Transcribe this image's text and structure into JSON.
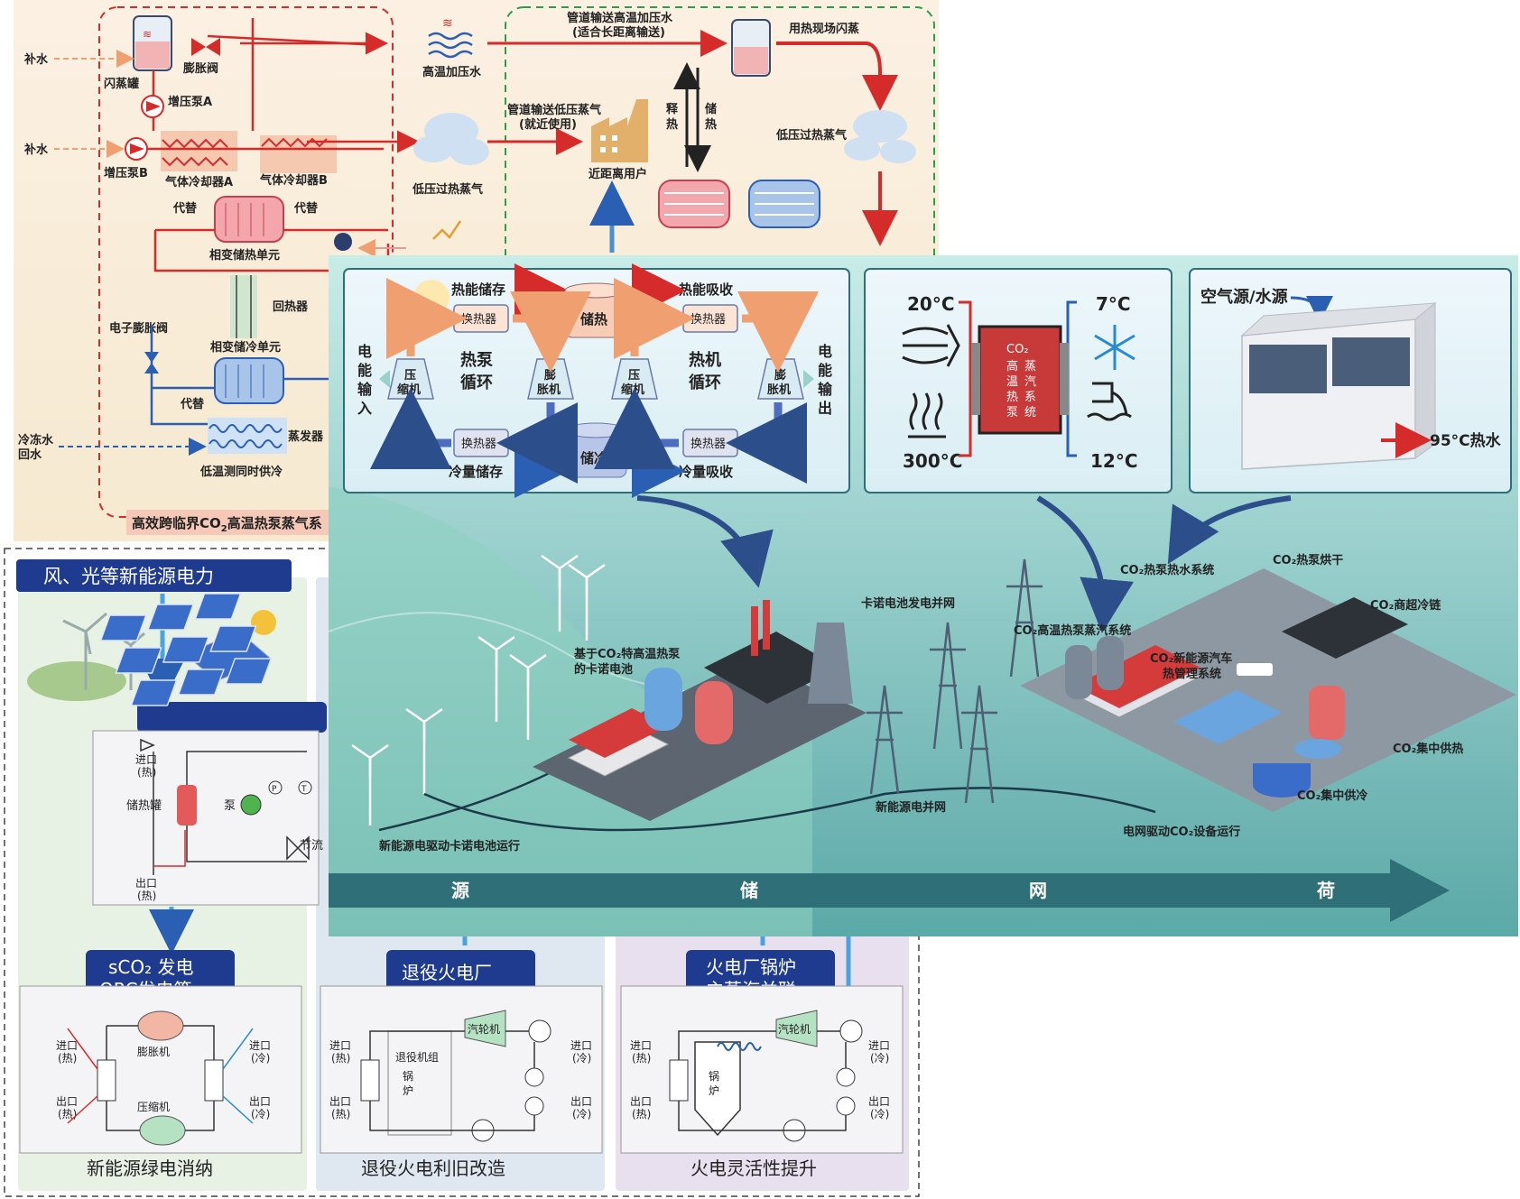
{
  "top_left": {
    "makeup_water": "补水",
    "flash_tank": "闪蒸罐",
    "expansion_valve": "膨胀阀",
    "booster_a": "增压泵A",
    "booster_b": "增压泵B",
    "gas_cooler_a": "气体冷却器A",
    "gas_cooler_b": "气体冷却器B",
    "replace": "代替",
    "pcm_heat": "相变储热单元",
    "recuperator": "回热器",
    "eev": "电子膨胀阀",
    "pcm_cold": "相变储冷单元",
    "evaporator": "蒸发器",
    "chilled_return_1": "冷冻水",
    "chilled_return_2": "回水",
    "low_temp_side": "低温测同时供冷",
    "hp_hot_water": "高温加压水",
    "lp_steam": "低压过热蒸气",
    "pipe_hp_1": "管道输送高温加压水",
    "pipe_hp_2": "(适合长距离输送)",
    "pipe_lp_1": "管道输送低压蒸气",
    "pipe_lp_2": "(就近使用)",
    "near_user": "近距离用户",
    "release_heat": "释热",
    "store_heat": "储热",
    "onsite_flash": "用热现场闪蒸",
    "lp_steam_right": "低压过热蒸气",
    "caption_prefix": "高效跨临界CO",
    "caption_sub": "2",
    "caption_suffix": "高温热泵蒸气系"
  },
  "bottom_left": {
    "banner": "风、光等新能源电力",
    "inlet_hot": "进口",
    "hot": "(热)",
    "outlet_hot": "出口",
    "cold": "(冷)",
    "tank": "储热罐",
    "pump": "泵",
    "throttle": "节流",
    "p": "P",
    "t": "T",
    "box1_l1": "sCO₂ 发电",
    "box1_l2": "ORC发电等",
    "expander": "膨胀机",
    "compressor": "压缩机",
    "caption1": "新能源绿电消纳",
    "box2": "退役火电厂",
    "turbine": "汽轮机",
    "retired_unit": "退役机组",
    "boiler_1": "锅",
    "boiler_2": "炉",
    "caption2": "退役火电利旧改造",
    "box3_l1": "火电厂锅炉",
    "box3_l2": "主蒸汽并联",
    "caption3": "火电灵活性提升"
  },
  "carnot_panel": {
    "heat_storage": "热能储存",
    "heat_absorb": "热能吸收",
    "cold_storage": "冷量储存",
    "cold_absorb": "冷量吸收",
    "hx": "换热器",
    "store_heat": "储热",
    "store_cold": "储冷",
    "hp_cycle_1": "热泵",
    "hp_cycle_2": "循环",
    "he_cycle_1": "热机",
    "he_cycle_2": "循环",
    "comp_1": "压",
    "comp_2": "缩机",
    "exp_1": "膨",
    "exp_2": "胀机",
    "power_in": [
      "电",
      "能",
      "输",
      "入"
    ],
    "power_out": [
      "电",
      "能",
      "输",
      "出"
    ]
  },
  "steam_panel": {
    "t_in": "20°C",
    "t_out": "300°C",
    "t_cold_in": "7°C",
    "t_cold_out": "12°C",
    "device": [
      "CO₂",
      "高",
      "温",
      "热",
      "泵"
    ],
    "device2": [
      "蒸",
      "汽",
      "系",
      "统"
    ]
  },
  "water_panel": {
    "source": "空气源/水源",
    "output": "95°C热水"
  },
  "scene": {
    "carnot_label_1": "基于CO₂特高温热泵",
    "carnot_label_2": "的卡诺电池",
    "carnot_grid": "卡诺电池发电并网",
    "renewable_grid": "新能源电并网",
    "renewable_drive": "新能源电驱动卡诺电池运行",
    "grid_drive": "电网驱动CO₂设备运行",
    "hot_water": "CO₂热泵热水系统",
    "drying": "CO₂热泵烘干",
    "cold_chain": "CO₂商超冷链",
    "steam_system": "CO₂高温热泵蒸汽系统",
    "ev_1": "CO₂新能源汽车",
    "ev_2": "热管理系统",
    "district_heat": "CO₂集中供热",
    "district_cold": "CO₂集中供冷",
    "stages": [
      "源",
      "储",
      "网",
      "荷"
    ]
  },
  "colors": {
    "red": "#d62b2b",
    "blue": "#2a5fb4",
    "navy": "#1f3b8f",
    "teal": "#2e6f78"
  }
}
